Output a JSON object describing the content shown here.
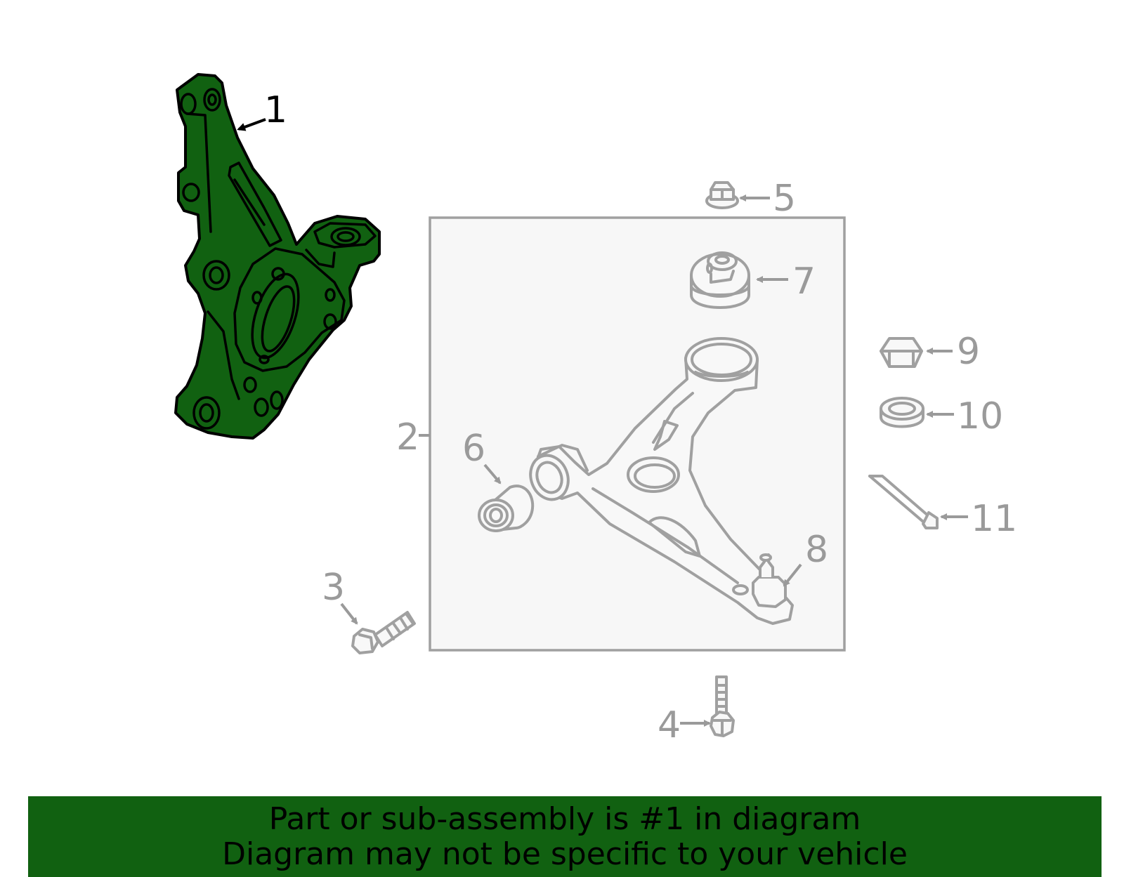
{
  "callouts": {
    "c1": "1",
    "c2": "2",
    "c3": "3",
    "c4": "4",
    "c5": "5",
    "c6": "6",
    "c7": "7",
    "c8": "8",
    "c9": "9",
    "c10": "10",
    "c11": "11"
  },
  "banner": {
    "line1": "Part or sub-assembly is #1 in diagram",
    "line2": "Diagram may not be specific to your vehicle"
  },
  "colors": {
    "highlight": "#116111",
    "outline_gray": "#a0a0a0",
    "callout_gray": "#9a9a9a"
  }
}
